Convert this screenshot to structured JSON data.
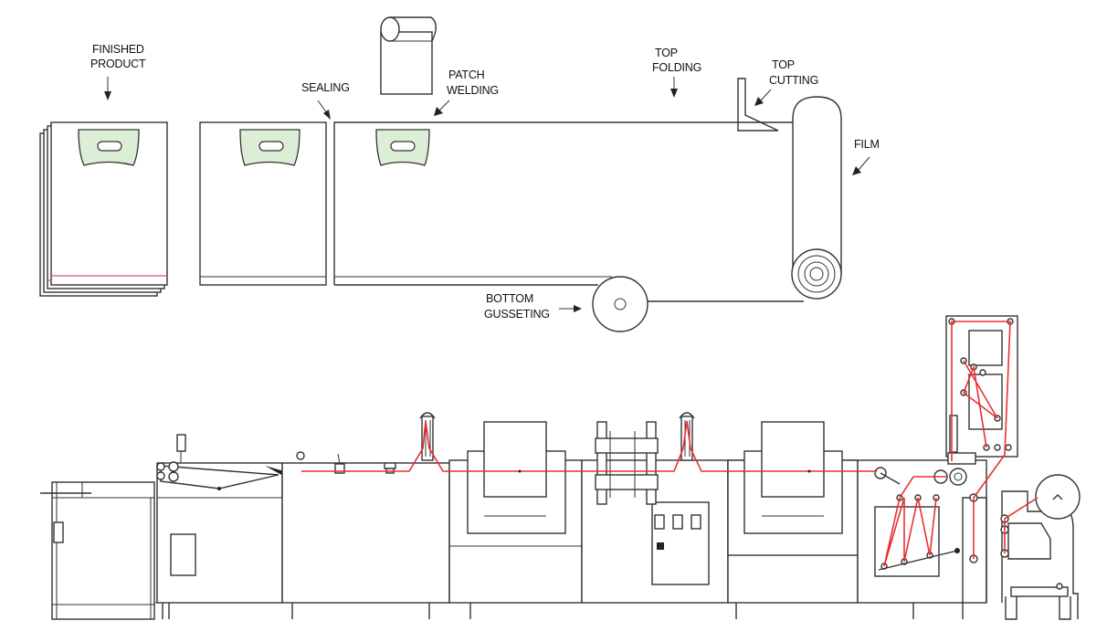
{
  "labels": {
    "finished_product": [
      "FINISHED",
      "PRODUCT"
    ],
    "sealing": "SEALING",
    "patch_welding": [
      "PATCH",
      "WELDING"
    ],
    "top_folding": [
      "TOP",
      "FOLDING"
    ],
    "top_cutting": [
      "TOP",
      "CUTTING"
    ],
    "film": "FILM",
    "bottom_gusseting": [
      "BOTTOM",
      "GUSSETING"
    ]
  },
  "colors": {
    "film_path": "#e8302f",
    "patch_fill": "#dcefd6",
    "line": "#333333"
  }
}
